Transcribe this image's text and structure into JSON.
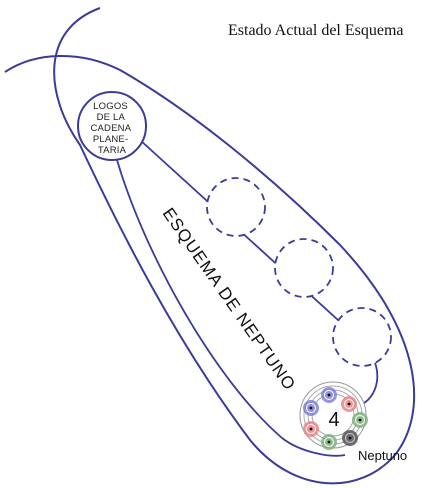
{
  "title": "Estado Actual del Esquema",
  "logos_lines": [
    "LOGOS",
    "DE LA",
    "CADENA",
    "PLANE-",
    "TARIA"
  ],
  "scheme_label": "ESQUEMA DE NEPTUNO",
  "globe_number": "4",
  "planet_label": "Neptuno",
  "colors": {
    "line": "#3b3b9a",
    "ring": "#999999",
    "blue": "#6a6ad0",
    "red": "#e07070",
    "green": "#6aa06a",
    "dark": "#555555"
  }
}
